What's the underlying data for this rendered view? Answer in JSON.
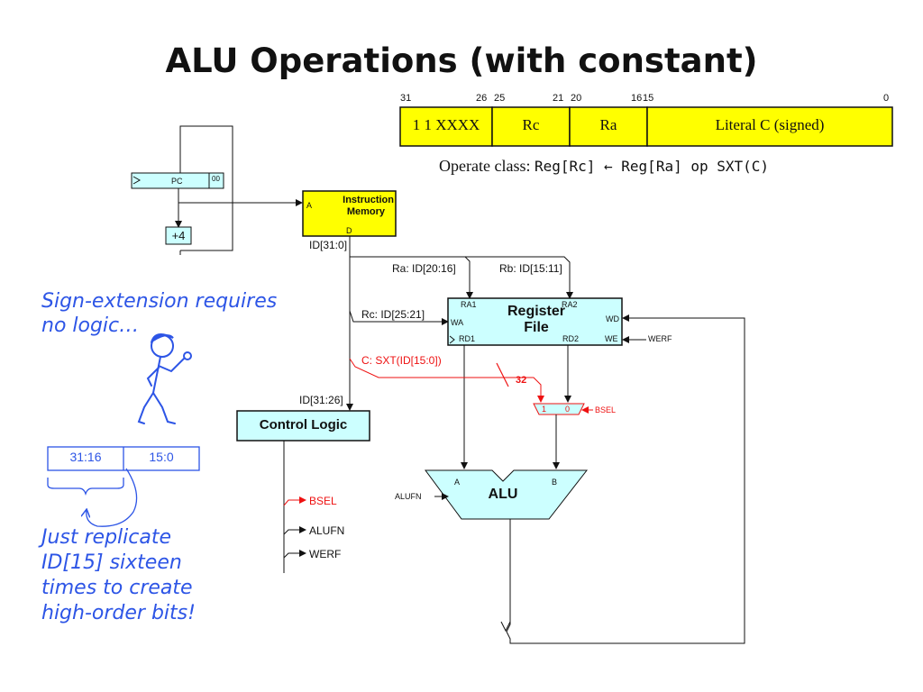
{
  "title": "ALU Operations (with constant)",
  "instruction_format": {
    "bit_labels": [
      "31",
      "26",
      "25",
      "21",
      "20",
      "16",
      "15",
      "0"
    ],
    "fields": [
      "1 1 XXXX",
      "Rc",
      "Ra",
      "Literal C (signed)"
    ],
    "caption_prefix": "Operate class: ",
    "caption_code": "Reg[Rc] ← Reg[Ra] op SXT(C)"
  },
  "datapath": {
    "pc": {
      "label": "PC",
      "suffix": "00",
      "increment": "+4"
    },
    "instruction_memory": {
      "title_line1": "Instruction",
      "title_line2": "Memory",
      "port_a": "A",
      "port_d": "D",
      "output": "ID[31:0]"
    },
    "register_file": {
      "title_line1": "Register",
      "title_line2": "File",
      "ports": {
        "ra1": "RA1",
        "ra2": "RA2",
        "wa": "WA",
        "wd": "WD",
        "rd1": "RD1",
        "rd2": "RD2",
        "we": "WE"
      }
    },
    "wires": {
      "ra": "Ra: ID[20:16]",
      "rb": "Rb: ID[15:11]",
      "rc": "Rc:  ID[25:21]",
      "sxt": "C: SXT(ID[15:0])",
      "sxt_width": "32",
      "control_input": "ID[31:26]",
      "werf_in": "WERF"
    },
    "mux": {
      "in1": "1",
      "in0": "0",
      "select": "BSEL"
    },
    "alu": {
      "label": "ALU",
      "in_a": "A",
      "in_b": "B",
      "fn": "ALUFN"
    },
    "control_logic": {
      "label": "Control Logic",
      "outputs": [
        "BSEL",
        "ALUFN",
        "WERF"
      ]
    }
  },
  "annotations": {
    "sign_extension": [
      "Sign-extension requires",
      "no logic…"
    ],
    "bit_split": [
      "31:16",
      "15:0"
    ],
    "replicate": [
      "Just replicate",
      "ID[15] sixteen",
      "times to create",
      "high-order bits!"
    ]
  },
  "colors": {
    "yellow": "#ffff00",
    "cyan": "#ccffff",
    "red": "#ee1111",
    "annotation_blue": "#2d55e6"
  }
}
